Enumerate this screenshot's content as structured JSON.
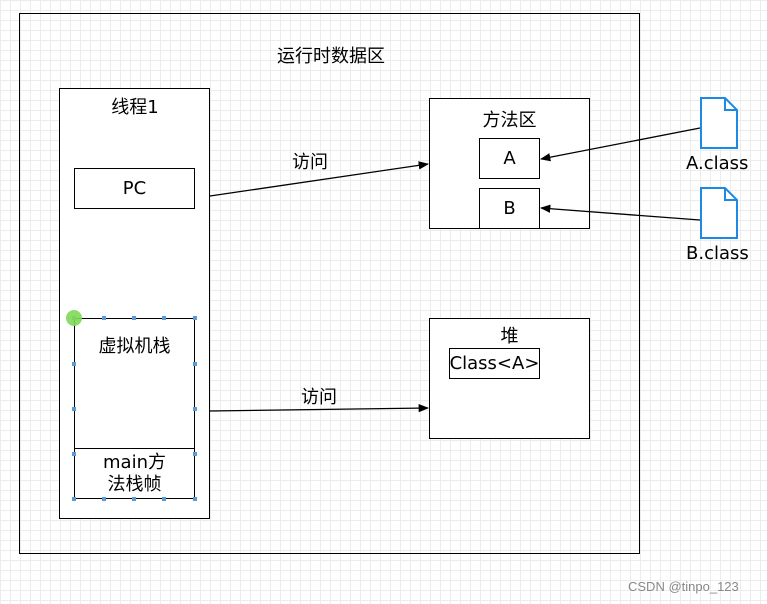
{
  "runtime_area": {
    "title": "运行时数据区"
  },
  "thread": {
    "title": "线程1",
    "pc_label": "PC",
    "vm_stack_label": "虚拟机栈",
    "main_frame_label": "main方\n法栈帧"
  },
  "method_area": {
    "title": "方法区",
    "class_a": "A",
    "class_b": "B"
  },
  "heap": {
    "title": "堆",
    "class_obj": "Class<A>"
  },
  "edges": {
    "access_1": "访问",
    "access_2": "访问"
  },
  "files": [
    {
      "name": "A.class"
    },
    {
      "name": "B.class"
    }
  ],
  "watermark": "CSDN @tinpo_123",
  "colors": {
    "file_icon": "#1e88e5",
    "selection": "#5b9bd5",
    "grid": "#ececec"
  }
}
